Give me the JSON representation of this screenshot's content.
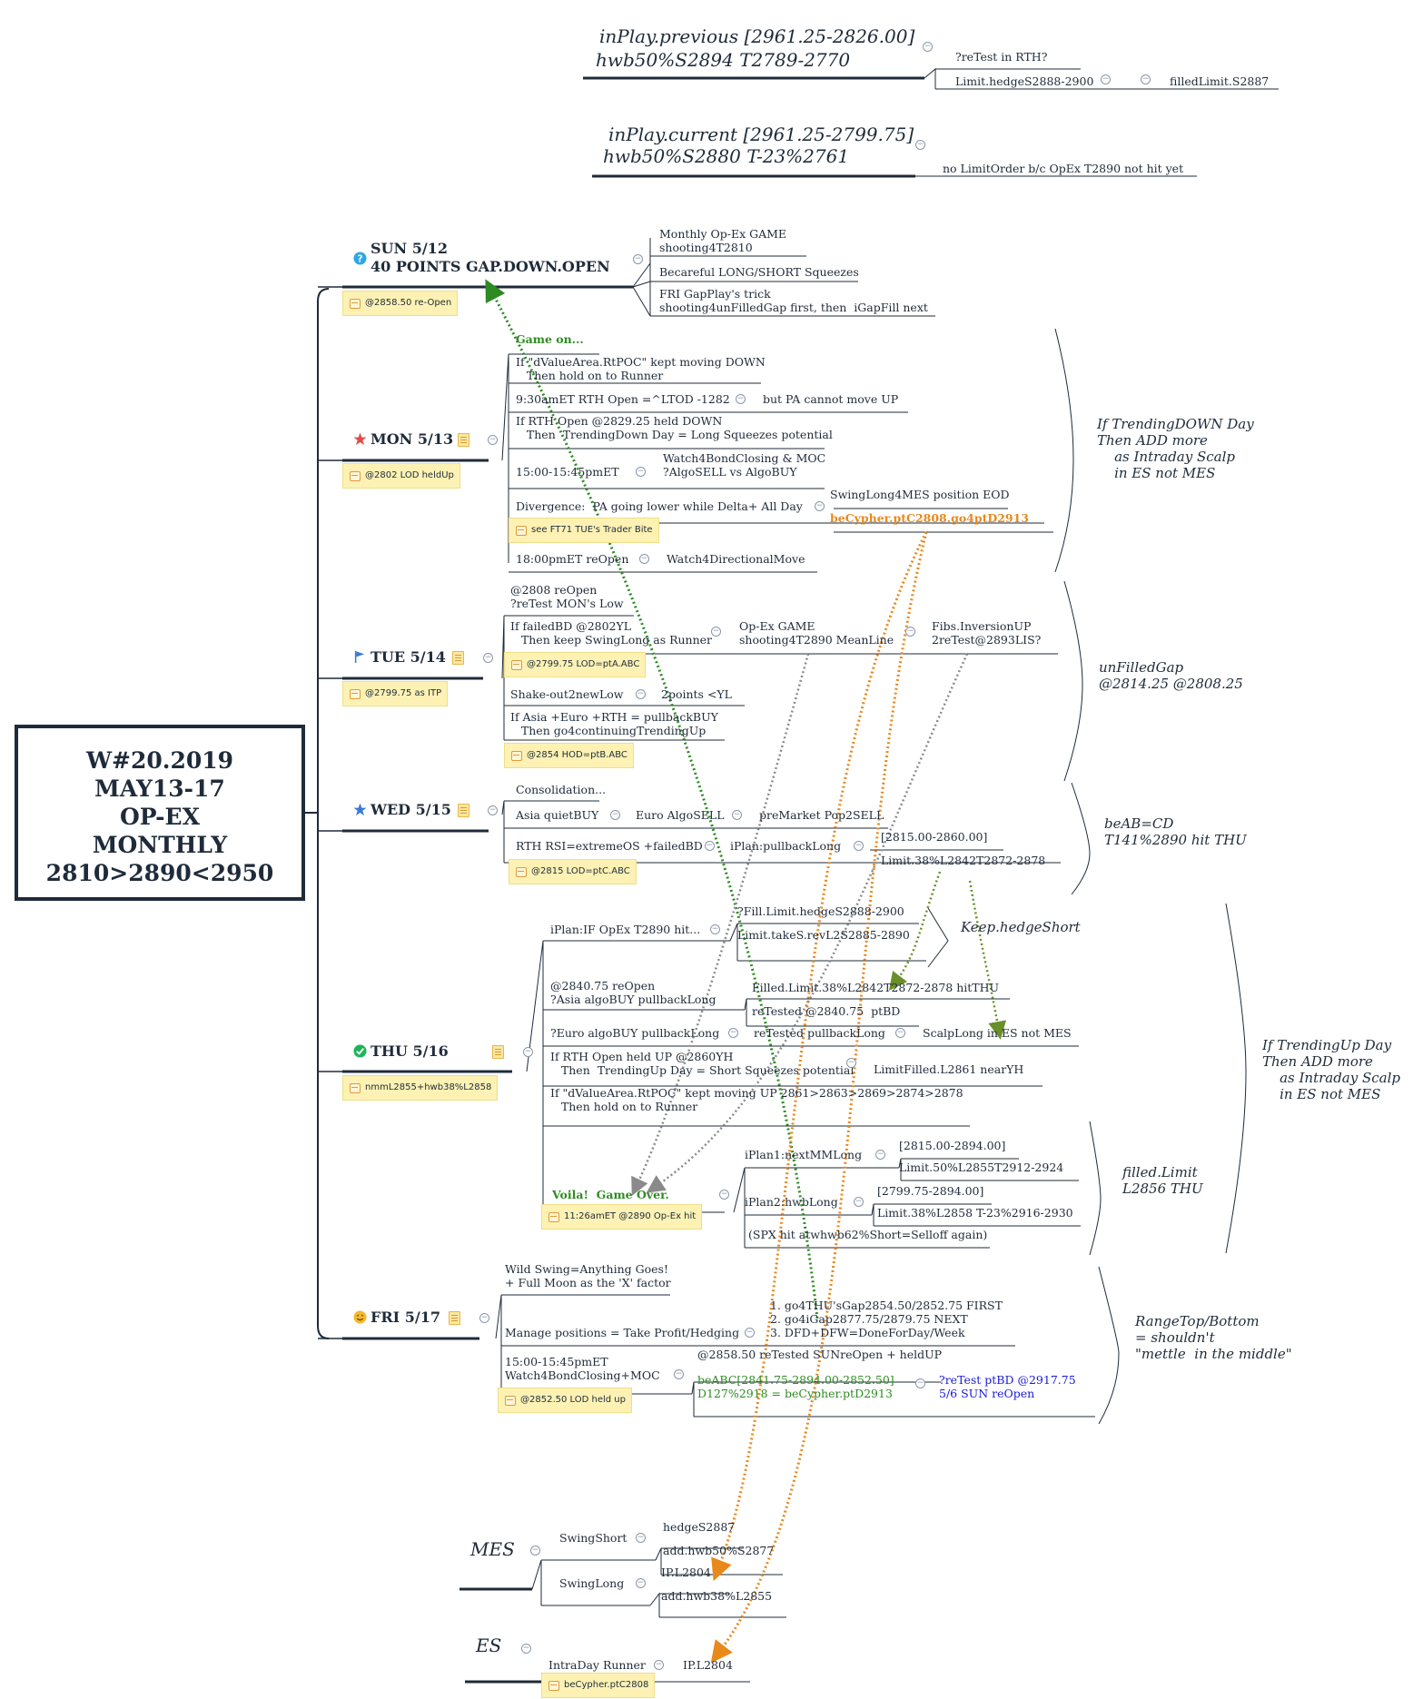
{
  "central": {
    "lines": [
      "W#20.2019",
      "MAY13-17",
      "OP-EX",
      "MONTHLY",
      "2810>2890<2950"
    ]
  },
  "inplay_previous": {
    "line1": "inPlay.previous [2961.25-2826.00]",
    "line2": "hwb50%S2894 T2789-2770",
    "retest": "?reTest in RTH?",
    "limit": "Limit.hedgeS2888-2900",
    "filled": "filledLimit.S2887"
  },
  "inplay_current": {
    "line1": "inPlay.current [2961.25-2799.75]",
    "line2": "hwb50%S2880 T-23%2761",
    "note": "no LimitOrder b/c OpEx T2890 not hit yet"
  },
  "sun": {
    "title1": "SUN 5/12",
    "title2": "40 POINTS GAP.DOWN.OPEN",
    "icon": "question-icon",
    "note": "@2858.50 re-Open",
    "items": [
      "Monthly Op-Ex GAME\nshooting4T2810",
      "Becareful LONG/SHORT Squeezes",
      "FRI GapPlay's trick\nshooting4unFilledGap first, then  iGapFill next"
    ]
  },
  "mon": {
    "title": "MON 5/13",
    "icon": "star-icon",
    "note": "@2802 LOD heldUp",
    "game_on": "Game on...",
    "i1": "If \"dValueArea.RtPOC\" kept moving DOWN\n   Then hold on to Runner",
    "i2": "9:30amET RTH Open =^LTOD -1282",
    "i2b": "but PA cannot move UP",
    "i3": "If RTH Open @2829.25 held DOWN\n   Then  TrendingDown Day = Long Squeezes potential",
    "i4": "15:00-15:45pmET",
    "i4b": "Watch4BondClosing & MOC\n?AlgoSELL vs AlgoBUY",
    "i5": "Divergence:  PA going lower while Delta+ All Day",
    "i5a": "SwingLong4MES position EOD",
    "i5b": "beCypher.ptC2808.go4ptD2913",
    "i5note": "see FT71 TUE's Trader Bite",
    "i6": "18:00pmET reOpen",
    "i6b": "Watch4DirectionalMove",
    "summary": "If TrendingDOWN Day\nThen ADD more\n    as Intraday Scalp\n    in ES not MES"
  },
  "tue": {
    "title": "TUE 5/14",
    "icon": "flag-icon",
    "note": "@2799.75 as ITP",
    "i1": "@2808 reOpen\n?reTest MON's Low",
    "i2": "If failedBD @2802YL\n   Then keep SwingLong as Runner",
    "i2note": "@2799.75 LOD=ptA.ABC",
    "i2b": "Op-Ex GAME\nshooting4T2890 MeanLine",
    "i2c": "Fibs.InversionUP\n2reTest@2893LIS?",
    "i3": "Shake-out2newLow",
    "i3b": "2points <YL",
    "i4": "If Asia +Euro +RTH = pullbackBUY\n   Then go4continuingTrendingUp",
    "i4note": "@2854 HOD=ptB.ABC",
    "summary": "unFilledGap\n@2814.25 @2808.25"
  },
  "wed": {
    "title": "WED 5/15",
    "icon": "blue-star-icon",
    "i1": "Consolidation...",
    "i2": "Asia quietBUY",
    "i2b": "Euro AlgoSELL",
    "i2c": "preMarket Pop2SELL",
    "i3": "RTH RSI=extremeOS +failedBD",
    "i3note": "@2815 LOD=ptC.ABC",
    "i3b": "iPlan:pullbackLong",
    "i3c": "[2815.00-2860.00]",
    "i3d": "Limit.38%L2842T2872-2878",
    "summary": "beAB=CD\nT141%2890 hit THU"
  },
  "thu": {
    "title": "THU 5/16",
    "icon": "check-icon",
    "note": "nmmL2855+hwb38%L2858",
    "plan": "iPlan:IF OpEx T2890 hit...",
    "plan_a": "?Fill.Limit.hedgeS2888-2900",
    "plan_b": "Limit.takeS.revL2S2885-2890",
    "keep": "Keep.hedgeShort",
    "i1": "@2840.75 reOpen\n?Asia algoBUY pullbackLong",
    "i1a": "Filled.Limit.38%L2842T2872-2878 hitTHU",
    "i1b": "reTested @2840.75  ptBD",
    "i2": "?Euro algoBUY pullbackLong",
    "i2b": "reTested pullbackLong",
    "i2c": "ScalpLong in ES not MES",
    "i3": "If RTH Open held UP @2860YH\n   Then  TrendingUp Day = Short Squeezes potential",
    "i3b": "LimitFilled.L2861 nearYH",
    "i4": "If \"dValueArea.RtPOC\" kept moving UP 2861>2863>2869>2874>2878\n   Then hold on to Runner",
    "voila": "Voila!  Game Over.",
    "voila_note": "11:26amET @2890 Op-Ex hit",
    "p1": "iPlan1:nextMMLong",
    "p1a": "[2815.00-2894.00]",
    "p1b": "Limit.50%L2855T2912-2924",
    "p2": "iPlan2:hwbLong",
    "p2a": "[2799.75-2894.00]",
    "p2b": "Limit.38%L2858 T-23%2916-2930",
    "p3": "(SPX hit atwhwb62%Short=Selloff again)",
    "filled": "filled.Limit\nL2856 THU",
    "summary": "If TrendingUp Day\nThen ADD more\n    as Intraday Scalp\n    in ES not MES"
  },
  "fri": {
    "title": "FRI 5/17",
    "icon": "smile-icon",
    "note": "@2852.50 LOD held up",
    "i1": "Wild Swing=Anything Goes!\n+ Full Moon as the 'X' factor",
    "i2": "Manage positions = Take Profit/Hedging",
    "i2b": "1. go4THU'sGap2854.50/2852.75 FIRST\n2. go4iGap2877.75/2879.75 NEXT\n3. DFD+DFW=DoneForDay/Week",
    "i3": "15:00-15:45pmET\nWatch4BondClosing+MOC",
    "i3a": "@2858.50 reTested SUNreOpen + heldUP",
    "i3b": "beABC[2841.75-2894.00-2852.50]\nD127%2918 = beCypher.ptD2913",
    "i3c": "?reTest ptBD @2917.75\n5/6 SUN reOpen",
    "summary": "RangeTop/Bottom\n= shouldn't\n\"mettle  in the middle\""
  },
  "mes": {
    "title": "MES",
    "s1": "SwingShort",
    "s1a": "hedgeS2887",
    "s1b": "add.hwb50%S2877",
    "s2": "SwingLong",
    "s2a": "IP.L2804",
    "s2b": "add.hwb38%L2855"
  },
  "es": {
    "title": "ES",
    "s1": "IntraDay Runner",
    "s1a": "IP.L2804",
    "note": "beCypher.ptC2808"
  },
  "colors": {
    "ink": "#1f2b3a",
    "green": "#2e8b22",
    "orange": "#e8891c",
    "olive": "#6a8f2a",
    "gray": "#8a8a8a",
    "note": "#fdf2b4"
  }
}
